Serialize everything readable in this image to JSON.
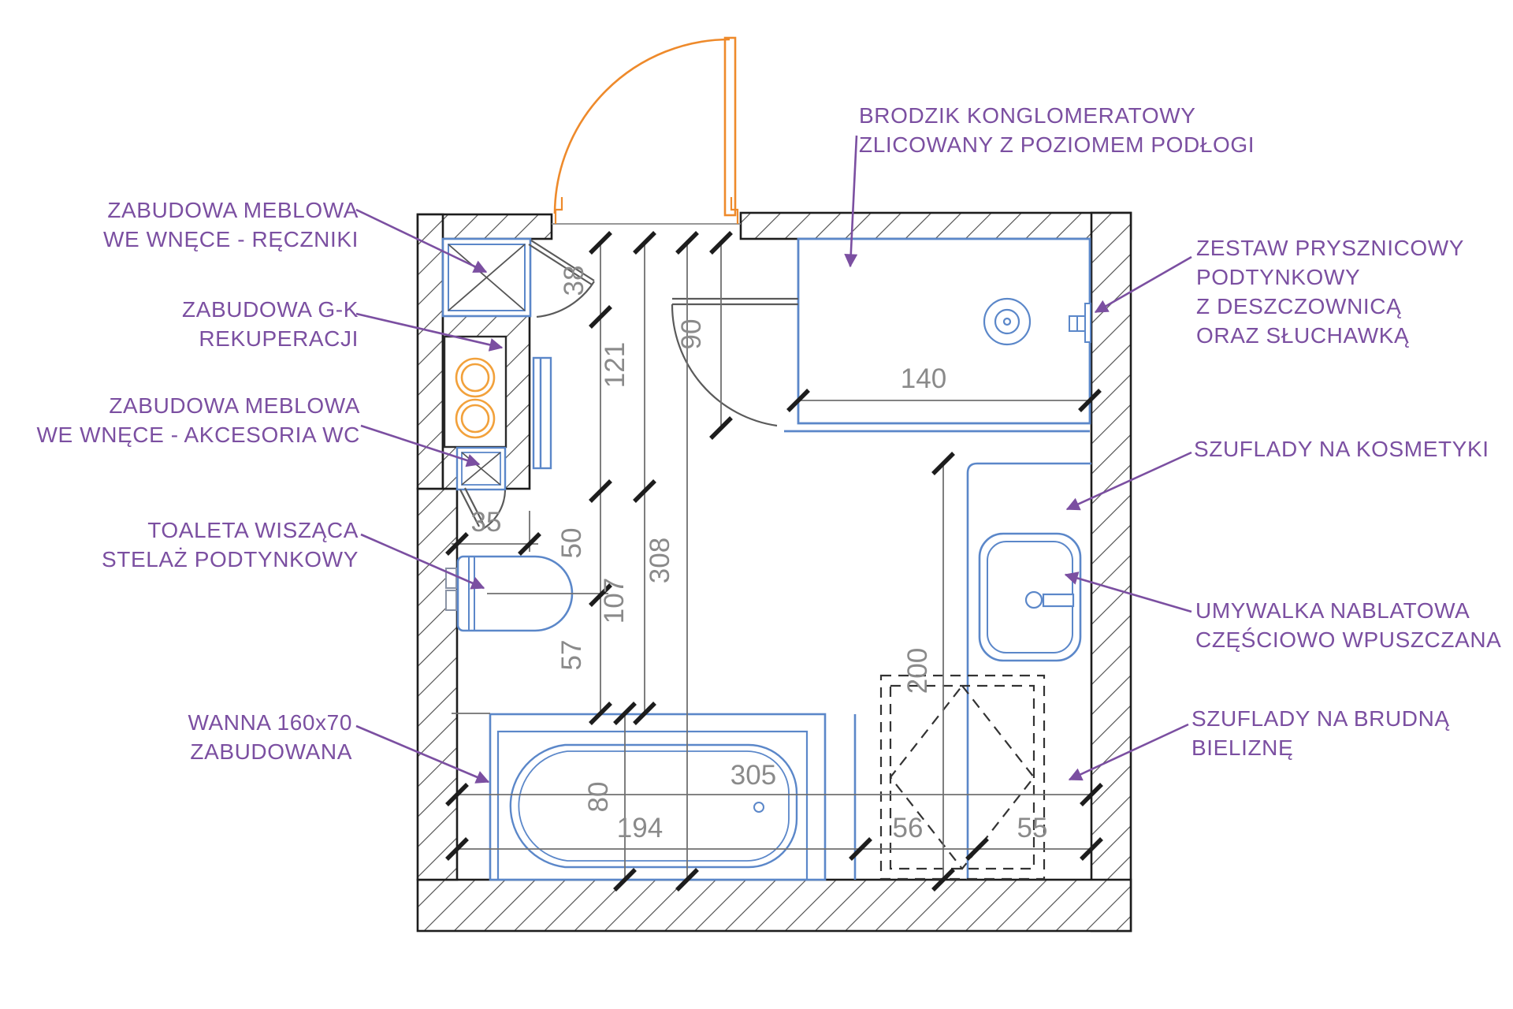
{
  "drawing": {
    "kind": "bathroom floor plan",
    "colors": {
      "callout_purple": "#7b4fa1",
      "fixture_blue": "#5b87c9",
      "door_orange": "#ee8a2b",
      "vent_orange": "#f2a13b",
      "dim_gray": "#8a8a8a",
      "wall_black": "#1d1d1d"
    }
  },
  "labels": {
    "towels": "ZABUDOWA MEBLOWA\nWE WNĘCE - RĘCZNIKI",
    "gk": "ZABUDOWA G-K\nREKUPERACJI",
    "wc_acc": "ZABUDOWA MEBLOWA\nWE WNĘCE - AKCESORIA WC",
    "toilet": "TOALETA WISZĄCA\nSTELAŻ PODTYNKOWY",
    "tub": "WANNA 160x70\nZABUDOWANA",
    "shower_tray": "BRODZIK KONGLOMERATOWY\nZLICOWANY Z POZIOMEM PODŁOGI",
    "shower_set": "ZESTAW PRYSZNICOWY\nPODTYNKOWY\nZ DESZCZOWNICĄ\nORAZ SŁUCHAWKĄ",
    "cosmetics": "SZUFLADY NA KOSMETYKI",
    "washbasin": "UMYWALKA NABLATOWA\nCZĘŚCIOWO WPUSZCZANA",
    "laundry": "SZUFLADY NA BRUDNĄ\nBIELIZNĘ"
  },
  "dims": {
    "d38": "38",
    "d121": "121",
    "d90": "90",
    "d140": "140",
    "d35": "35",
    "d50": "50",
    "d107": "107",
    "d308": "308",
    "d57": "57",
    "d200": "200",
    "d80": "80",
    "d305": "305",
    "d194": "194",
    "d56": "56",
    "d55": "55"
  }
}
